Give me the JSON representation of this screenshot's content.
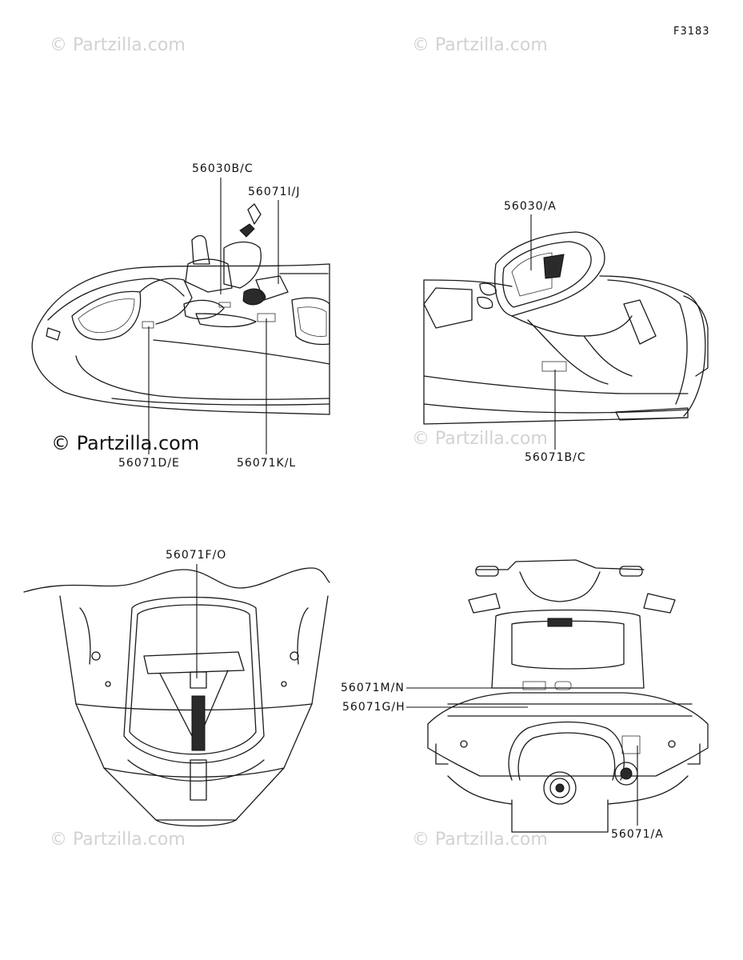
{
  "diagram": {
    "code": "F3183",
    "watermarks": {
      "tl": "© Partzilla.com",
      "tr": "© Partzilla.com",
      "mid_left": "© Partzilla.com",
      "mid_right": "© Partzilla.com",
      "bl": "© Partzilla.com",
      "br": "© Partzilla.com"
    },
    "labels": {
      "p56030bc": "56030B/C",
      "p56071ij": "56071I/J",
      "p56071de": "56071D/E",
      "p56071kl": "56071K/L",
      "p56030a": "56030/A",
      "p56071bc": "56071B/C",
      "p56071fo": "56071F/O",
      "p56071mn": "56071M/N",
      "p56071gh": "56071G/H",
      "p56071a": "56071/A"
    }
  }
}
